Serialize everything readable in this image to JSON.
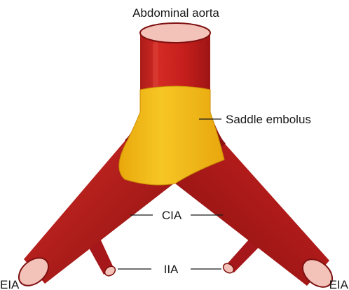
{
  "labels": {
    "aorta": "Abdominal aorta",
    "embolus": "Saddle embolus",
    "cia": "CIA",
    "iia": "IIA",
    "eia_left": "EIA",
    "eia_right": "EIA"
  },
  "colors": {
    "vessel": "#c9201f",
    "vessel_dark": "#7e1010",
    "vessel_highlight": "#e0453a",
    "lumen": "#f3c2b9",
    "embolus": "#f4c21b",
    "embolus_edge": "#c88d05",
    "text": "#1a1a1a"
  }
}
